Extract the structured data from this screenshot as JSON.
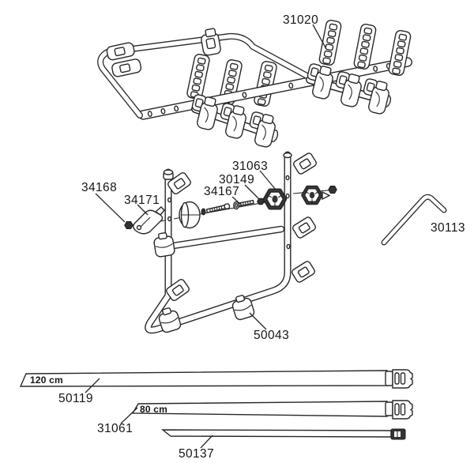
{
  "diagram": {
    "kind": "exploded-parts-diagram",
    "colors": {
      "background": "#ffffff",
      "line": "#282828",
      "text": "#151515"
    }
  },
  "callouts": {
    "strap_set": "31020",
    "locking_knob": "31063",
    "washer_nut": "30149",
    "bolt": "34167",
    "flange_nut": "34168",
    "tension_lever": "34171",
    "allen_key": "30113",
    "lower_frame": "50043",
    "long_strap": "50119",
    "medium_strap": "31061",
    "thin_strap": "50137"
  },
  "dimension_labels": {
    "long_strap_length": "120 cm",
    "medium_strap_length": "80 cm"
  }
}
